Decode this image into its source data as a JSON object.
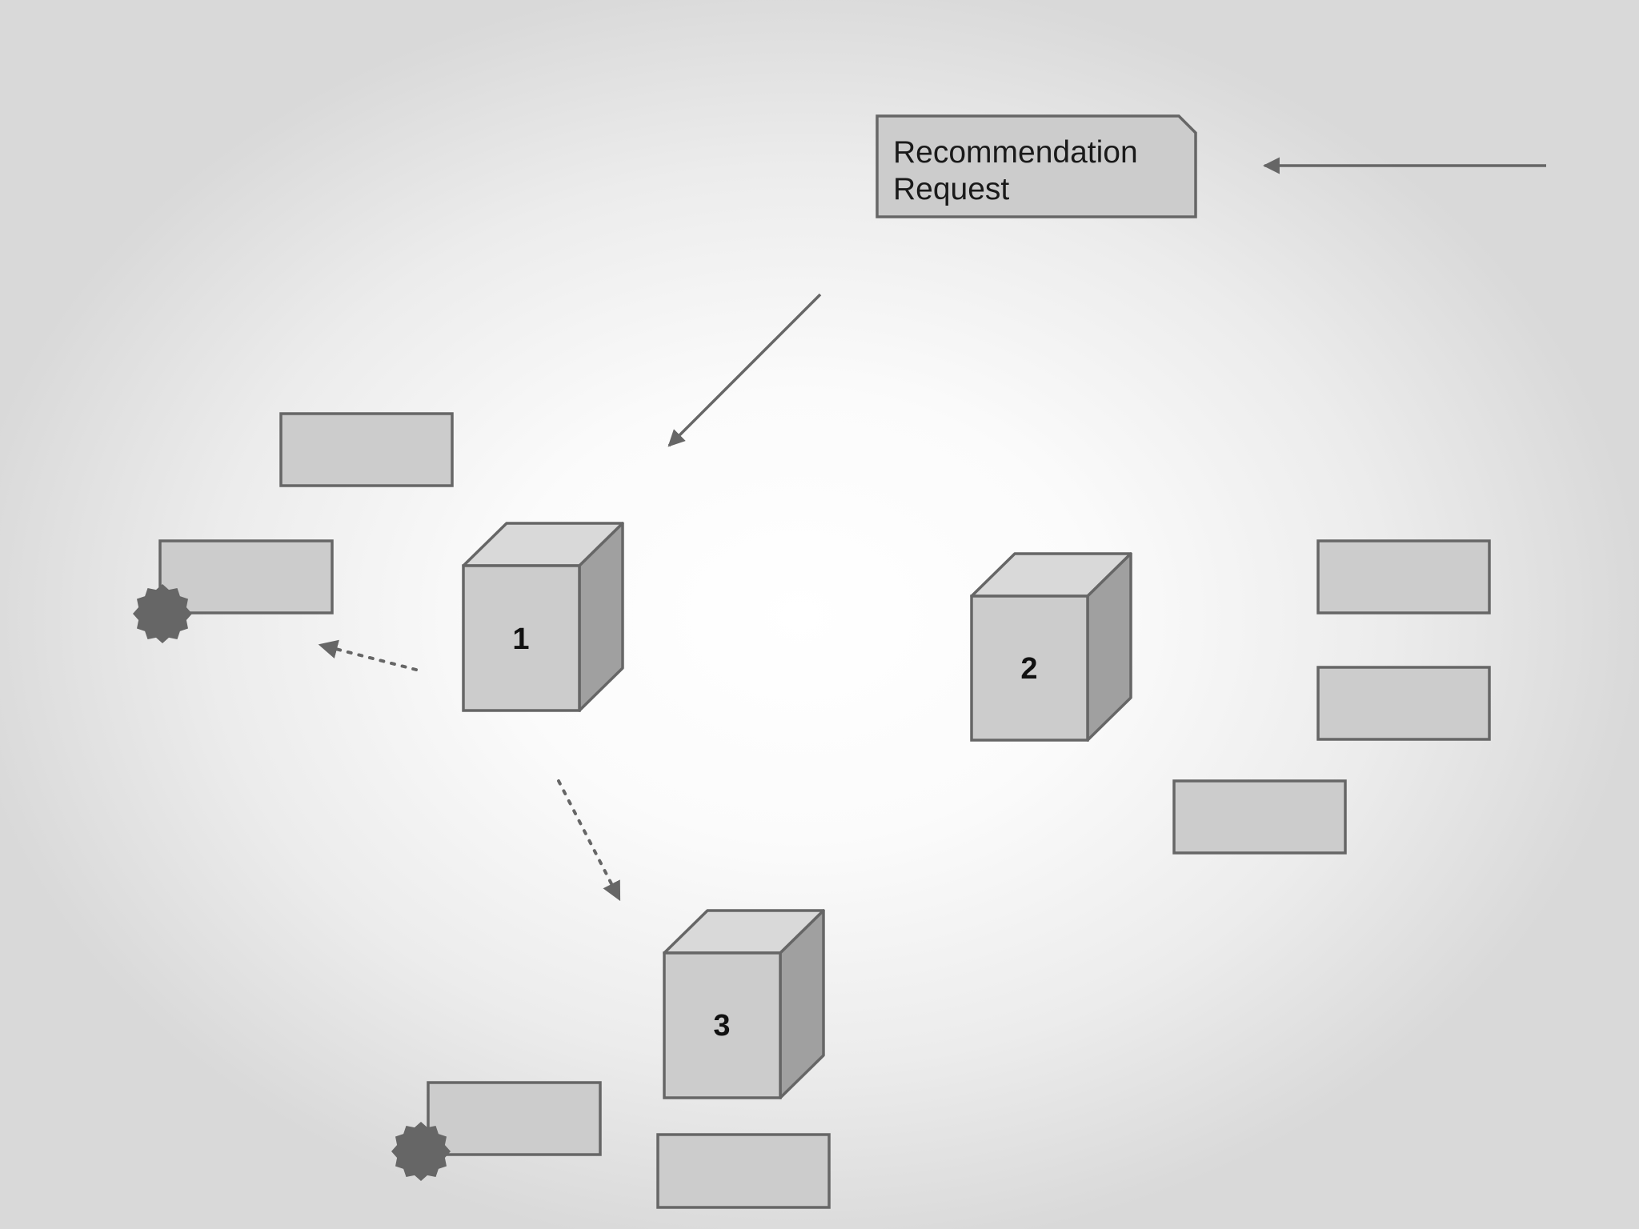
{
  "request_node": {
    "line1": "Recommendation",
    "line2": "Request"
  },
  "cubes": [
    {
      "id": "1",
      "label": "1"
    },
    {
      "id": "2",
      "label": "2"
    },
    {
      "id": "3",
      "label": "3"
    }
  ],
  "colors": {
    "stroke": "#666666",
    "box_fill": "#cccccc",
    "cube_top": "#d9d9d9",
    "cube_side": "#a0a0a0",
    "badge": "#666666"
  }
}
